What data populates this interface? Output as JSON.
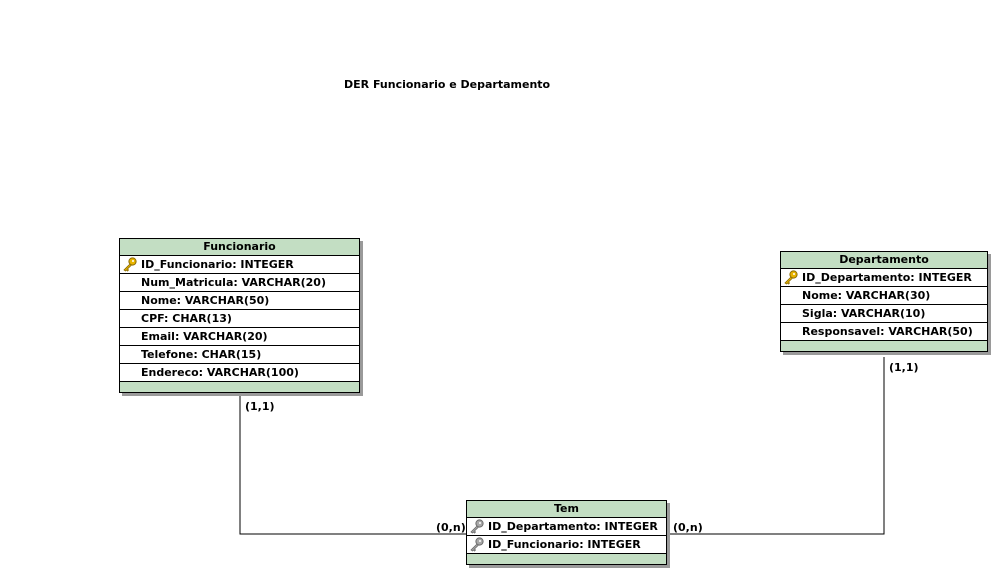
{
  "diagram": {
    "title": "DER Funcionario e Departamento"
  },
  "entities": {
    "funcionario": {
      "name": "Funcionario",
      "attributes": [
        {
          "text": "ID_Funcionario: INTEGER",
          "key": "primary"
        },
        {
          "text": "Num_Matricula: VARCHAR(20)",
          "key": "none"
        },
        {
          "text": "Nome: VARCHAR(50)",
          "key": "none"
        },
        {
          "text": "CPF: CHAR(13)",
          "key": "none"
        },
        {
          "text": "Email: VARCHAR(20)",
          "key": "none"
        },
        {
          "text": "Telefone: CHAR(15)",
          "key": "none"
        },
        {
          "text": "Endereco: VARCHAR(100)",
          "key": "none"
        }
      ]
    },
    "departamento": {
      "name": "Departamento",
      "attributes": [
        {
          "text": "ID_Departamento: INTEGER",
          "key": "primary"
        },
        {
          "text": "Nome: VARCHAR(30)",
          "key": "none"
        },
        {
          "text": "Sigla: VARCHAR(10)",
          "key": "none"
        },
        {
          "text": "Responsavel: VARCHAR(50)",
          "key": "none"
        }
      ]
    },
    "tem": {
      "name": "Tem",
      "attributes": [
        {
          "text": "ID_Departamento: INTEGER",
          "key": "foreign"
        },
        {
          "text": "ID_Funcionario: INTEGER",
          "key": "foreign"
        }
      ]
    }
  },
  "relationships": {
    "funcionario_tem": {
      "source_cardinality": "(1,1)",
      "target_cardinality": "(0,n)"
    },
    "departamento_tem": {
      "source_cardinality": "(1,1)",
      "target_cardinality": "(0,n)"
    }
  },
  "colors": {
    "entity_header": "#c3dec3",
    "primary_key": "#e8b400",
    "foreign_key": "#a8a8a8"
  }
}
